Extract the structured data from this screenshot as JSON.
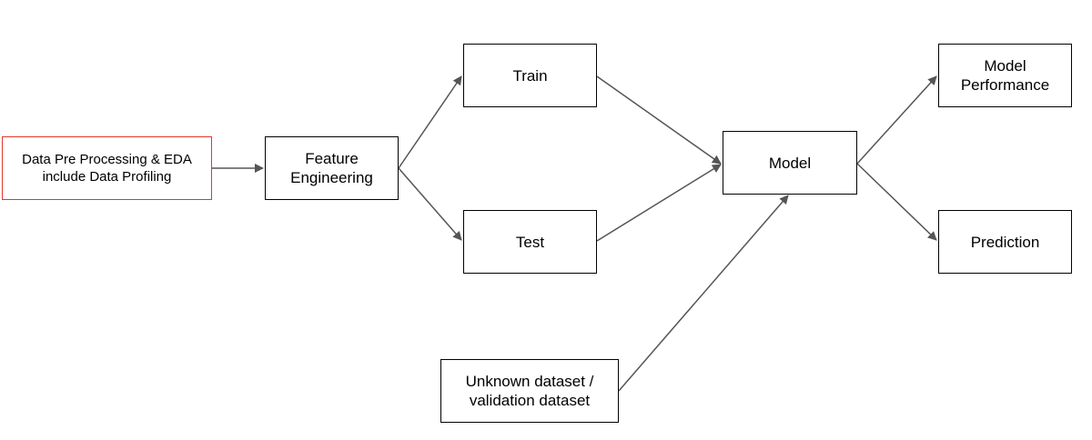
{
  "diagram": {
    "nodes": {
      "prep": "Data Pre Processing & EDA\ninclude Data Profiling",
      "feature": "Feature\nEngineering",
      "train": "Train",
      "test": "Test",
      "model": "Model",
      "performance": "Model\nPerformance",
      "prediction": "Prediction",
      "unknown": "Unknown dataset /\nvalidation dataset"
    },
    "edges": [
      {
        "from": "prep",
        "to": "feature"
      },
      {
        "from": "feature",
        "to": "train"
      },
      {
        "from": "feature",
        "to": "test"
      },
      {
        "from": "train",
        "to": "model"
      },
      {
        "from": "test",
        "to": "model"
      },
      {
        "from": "unknown",
        "to": "model"
      },
      {
        "from": "model",
        "to": "performance"
      },
      {
        "from": "model",
        "to": "prediction"
      }
    ],
    "colors": {
      "box_border": "#000000",
      "highlight_border": "#e0382b",
      "arrow": "#555555"
    }
  }
}
